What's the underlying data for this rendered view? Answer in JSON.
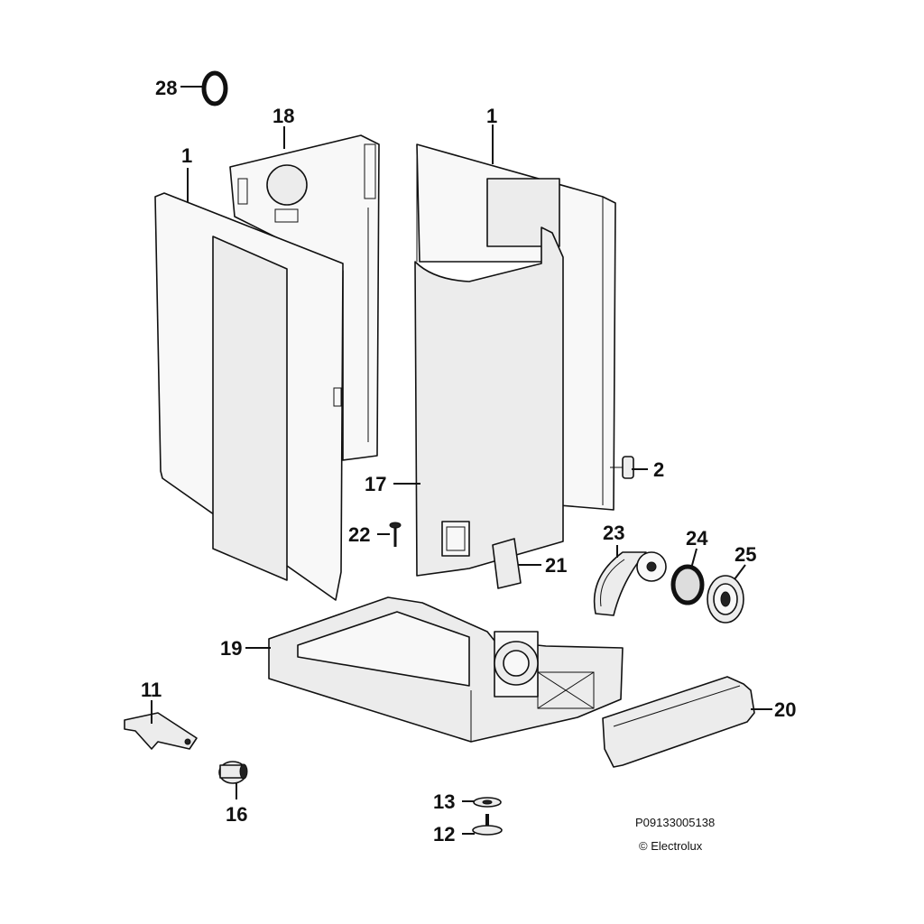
{
  "callouts": {
    "c28": "28",
    "c18": "18",
    "c1_left": "1",
    "c1_right": "1",
    "c2": "2",
    "c17": "17",
    "c22": "22",
    "c21": "21",
    "c23": "23",
    "c24": "24",
    "c25": "25",
    "c19": "19",
    "c20": "20",
    "c11": "11",
    "c16": "16",
    "c13": "13",
    "c12": "12"
  },
  "footer": {
    "drawing_code": "P09133005138",
    "copyright": "© Electrolux"
  }
}
